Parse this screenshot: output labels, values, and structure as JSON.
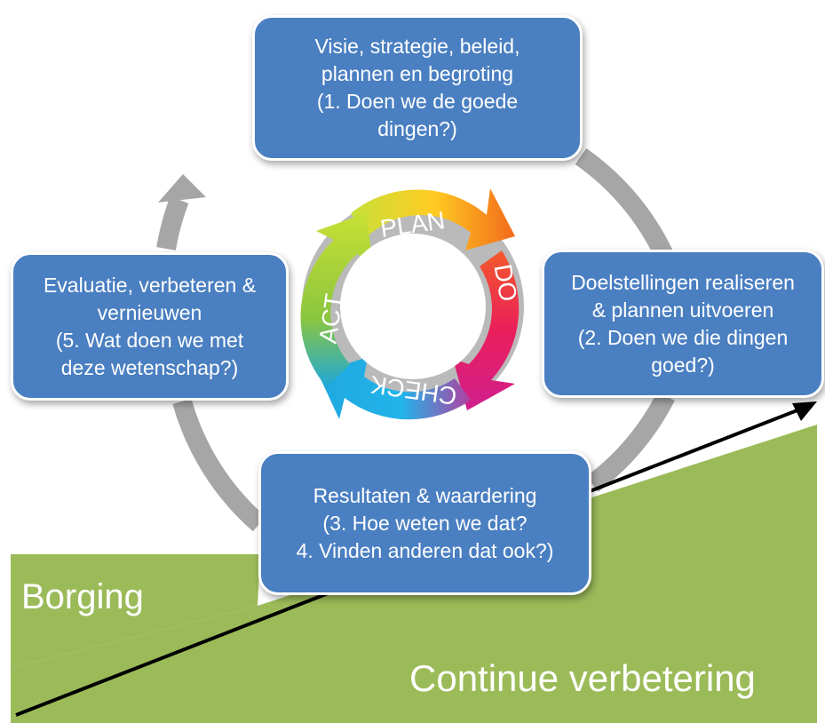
{
  "cycle": {
    "plan_label": "PLAN",
    "do_label": "DO",
    "check_label": "CHECK",
    "act_label": "ACT"
  },
  "boxes": {
    "plan": [
      "Visie, strategie, beleid,",
      "plannen en begroting",
      "(1. Doen we de goede",
      "dingen?)"
    ],
    "do": [
      "Doelstellingen realiseren",
      "& plannen uitvoeren",
      "(2. Doen we die dingen",
      "goed?)"
    ],
    "check": [
      "Resultaten & waardering",
      "(3. Hoe weten we dat?",
      "4. Vinden anderen dat ook?)"
    ],
    "act": [
      "Evaluatie, verbeteren &",
      "vernieuwen",
      "(5. Wat doen we met",
      "deze wetenschap?)"
    ]
  },
  "labels": {
    "borging": "Borging",
    "continue": "Continue verbetering"
  },
  "colors": {
    "box_fill": "#4a7fc1",
    "green_ramp": "#9bbb59",
    "outer_cycle": "#a6a6a6",
    "plan": "#f7a21b",
    "do": "#e8195e",
    "check": "#1fb6e8",
    "act": "#9acd32"
  }
}
